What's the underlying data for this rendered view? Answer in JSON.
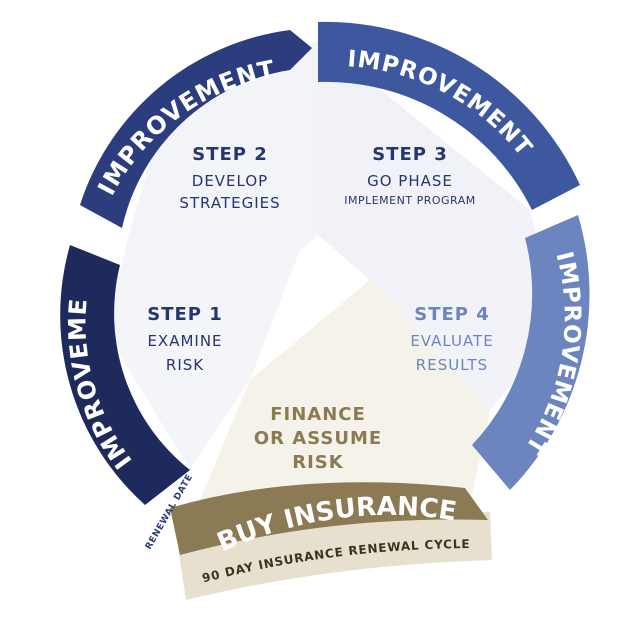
{
  "colors": {
    "navy_dark": "#1f2a5c",
    "navy": "#2c3d7e",
    "blue_mid": "#3e58a0",
    "blue_light": "#6d85bf",
    "gold": "#8c7a55",
    "gold_light": "#e7e0cf",
    "text_navy": "#25356e",
    "text_blue": "#6d85bf",
    "text_gold": "#8c7a55"
  },
  "arcs": {
    "left": "IMPROVEMENT",
    "top_left": "IMPROVEMENT",
    "top_right": "IMPROVEMENT",
    "right": "IMPROVEMENT"
  },
  "steps": {
    "step1": {
      "title": "STEP 1",
      "line1": "EXAMINE",
      "line2": "RISK"
    },
    "step2": {
      "title": "STEP 2",
      "line1": "DEVELOP",
      "line2": "STRATEGIES"
    },
    "step3": {
      "title": "STEP 3",
      "line1": "GO PHASE",
      "line2": "IMPLEMENT PROGRAM"
    },
    "step4": {
      "title": "STEP 4",
      "line1": "EVALUATE",
      "line2": "RESULTS"
    }
  },
  "finance": {
    "line1": "FINANCE",
    "line2": "OR ASSUME",
    "line3": "RISK"
  },
  "buy_insurance": "BUY INSURANCE",
  "renewal_cycle": "90 DAY INSURANCE RENEWAL CYCLE",
  "renewal_date": "RENEWAL DATE"
}
